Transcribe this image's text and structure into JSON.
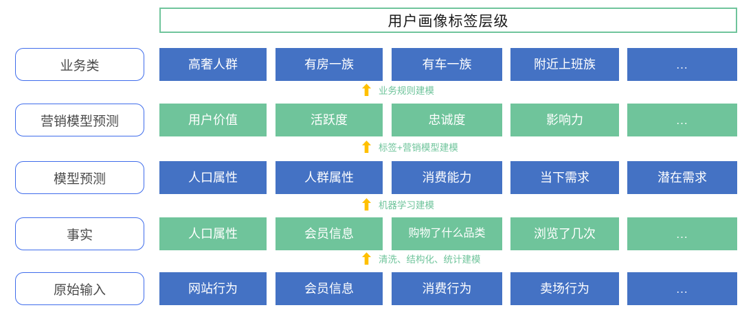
{
  "title": {
    "text": "用户画像标签层级"
  },
  "colors": {
    "blue": "#4472C4",
    "green": "#6FC49B",
    "arrow": "#FFC000",
    "pill_border": "#3D6BEB",
    "pill_text": "#4a4a4a",
    "title_border": "#6FC49B",
    "note_text": "#6FC49B"
  },
  "stages": [
    {
      "label": "业务类"
    },
    {
      "label": "营销模型预测"
    },
    {
      "label": "模型预测"
    },
    {
      "label": "事实"
    },
    {
      "label": "原始输入"
    }
  ],
  "rows": [
    {
      "stage": "业务类",
      "color": "blue",
      "cells": [
        "高奢人群",
        "有房一族",
        "有车一族",
        "附近上班族",
        "..."
      ]
    },
    {
      "stage": "营销模型预测",
      "color": "green",
      "cells": [
        "用户价值",
        "活跃度",
        "忠诚度",
        "影响力",
        "..."
      ]
    },
    {
      "stage": "模型预测",
      "color": "blue",
      "cells": [
        "人口属性",
        "人群属性",
        "消费能力",
        "当下需求",
        "潜在需求"
      ]
    },
    {
      "stage": "事实",
      "color": "green",
      "cells": [
        "人口属性",
        "会员信息",
        "购物了什么品类",
        "浏览了几次",
        "..."
      ]
    },
    {
      "stage": "原始输入",
      "color": "blue",
      "cells": [
        "网站行为",
        "会员信息",
        "消费行为",
        "卖场行为",
        "..."
      ]
    }
  ],
  "arrows": [
    {
      "note": "业务规则建模"
    },
    {
      "note": "标签+营销模型建模"
    },
    {
      "note": "机器学习建模"
    },
    {
      "note": "清洗、结构化、统计建模"
    }
  ]
}
